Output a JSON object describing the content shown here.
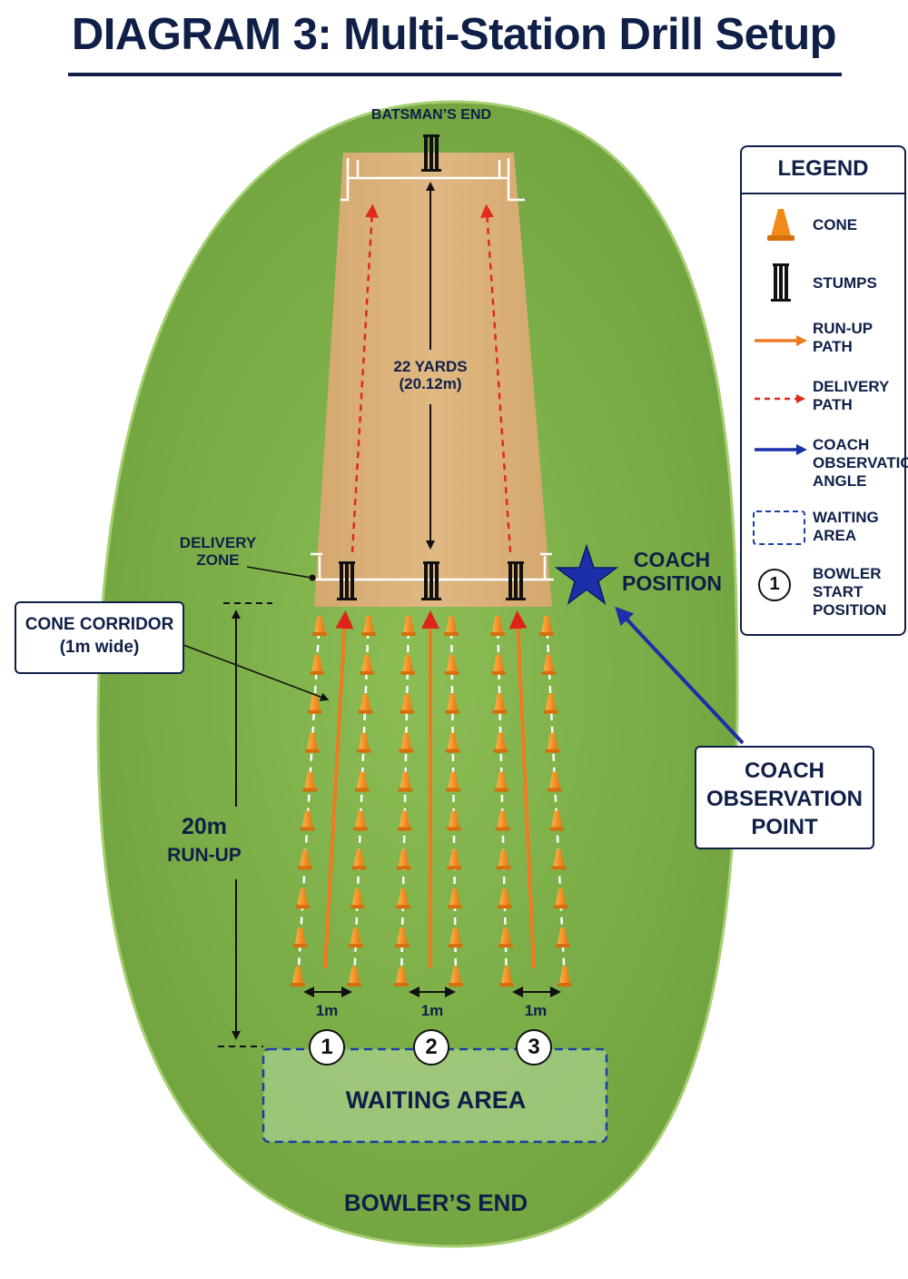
{
  "title": "DIAGRAM 3: Multi-Station Drill Setup",
  "labels": {
    "batsmans_end": "BATSMAN’S END",
    "bowlers_end": "BOWLER’S END",
    "pitch_length": "22 YARDS\n(20.12m)",
    "delivery_zone": "DELIVERY\nZONE",
    "coach_position": "COACH\nPOSITION",
    "cone_corridor": "CONE CORRIDOR\n(1m wide)",
    "run_up_distance": "20m",
    "run_up_label": "RUN-UP",
    "coach_observation_point": "COACH\nOBSERVATION\nPOINT",
    "waiting_area": "WAITING AREA"
  },
  "stations": [
    {
      "number": "1",
      "corridor_width": "1m"
    },
    {
      "number": "2",
      "corridor_width": "1m"
    },
    {
      "number": "3",
      "corridor_width": "1m"
    }
  ],
  "legend": {
    "title": "LEGEND",
    "items": [
      {
        "icon": "cone-icon",
        "label": "CONE"
      },
      {
        "icon": "stumps-icon",
        "label": "STUMPS"
      },
      {
        "icon": "run-up-arrow-icon",
        "label": "RUN-UP\nPATH"
      },
      {
        "icon": "delivery-dashed-arrow-icon",
        "label": "DELIVERY\nPATH"
      },
      {
        "icon": "coach-arrow-icon",
        "label": "COACH\nOBSERVATION\nANGLE"
      },
      {
        "icon": "waiting-area-icon",
        "label": "WAITING\nAREA"
      },
      {
        "icon": "bowler-start-icon",
        "label": "BOWLER\nSTART\nPOSITION",
        "number": "1"
      }
    ]
  },
  "colors": {
    "navy": "#0f1f48",
    "field": "#7fb24a",
    "pitch": "#dcb27a",
    "cone": "#f28a1a",
    "run_up": "#f07a22",
    "delivery": "#e02a1a",
    "coach": "#1a2fa8"
  }
}
